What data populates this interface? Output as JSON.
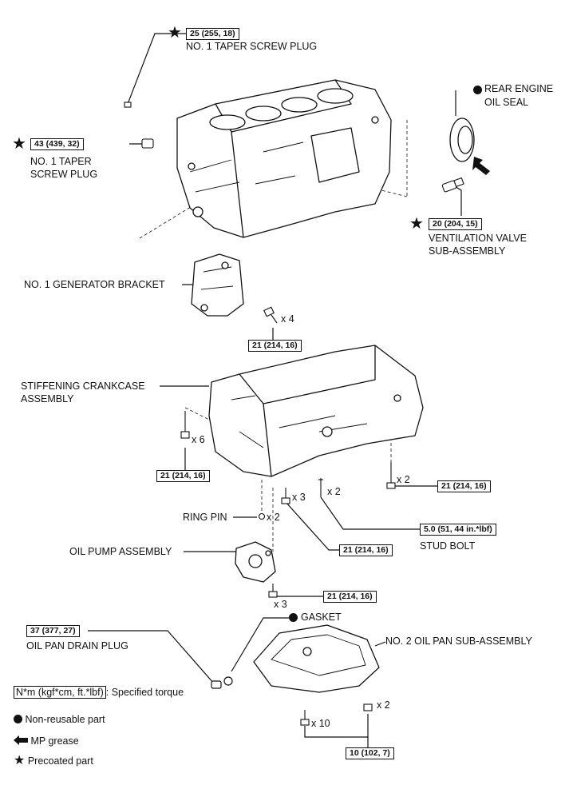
{
  "labels": {
    "plug_top": "NO. 1 TAPER SCREW PLUG",
    "plug_left_1": "NO. 1 TAPER",
    "plug_left_2": "SCREW PLUG",
    "rear_seal_1": "REAR ENGINE",
    "rear_seal_2": "OIL SEAL",
    "vent_1": "VENTILATION VALVE",
    "vent_2": "SUB-ASSEMBLY",
    "generator_bracket": "NO. 1 GENERATOR BRACKET",
    "crankcase_1": "STIFFENING CRANKCASE",
    "crankcase_2": "ASSEMBLY",
    "ring_pin": "RING PIN",
    "oil_pump": "OIL PUMP ASSEMBLY",
    "stud_bolt": "STUD BOLT",
    "gasket": "GASKET",
    "drain_plug": "OIL PAN DRAIN PLUG",
    "oil_pan": "NO. 2 OIL PAN SUB-ASSEMBLY"
  },
  "torques": {
    "plug_top": "25 (255, 18)",
    "plug_left": "43 (439, 32)",
    "vent": "20 (204, 15)",
    "bracket_bolt": "21 (214, 16)",
    "crankcase_left": "21 (214, 16)",
    "crankcase_right": "21 (214, 16)",
    "stud_bolt": "5.0 (51, 44 in.*lbf)",
    "bolt_x3": "21 (214, 16)",
    "pump_bolt": "21 (214, 16)",
    "drain_plug": "37 (377, 27)",
    "oil_pan": "10 (102, 7)"
  },
  "counts": {
    "bracket_bolt": "x 4",
    "crankcase_left": "x 6",
    "crankcase_right": "x 2",
    "bolt_x3": "x 3",
    "stud": "x 2",
    "ring_pin": "x 2",
    "pump_bolt": "x 3",
    "pan_nut": "x 2",
    "pan_bolt": "x 10"
  },
  "legend": {
    "torque_format": "N*m (kgf*cm, ft.*lbf)",
    "torque_desc": ": Specified torque",
    "non_reusable": "Non-reusable part",
    "mp_grease": "MP grease",
    "precoated": "Precoated part"
  },
  "icons": {
    "precoated": "star-icon",
    "non_reusable": "filled-circle-icon",
    "mp_grease": "arrow-left-icon"
  }
}
